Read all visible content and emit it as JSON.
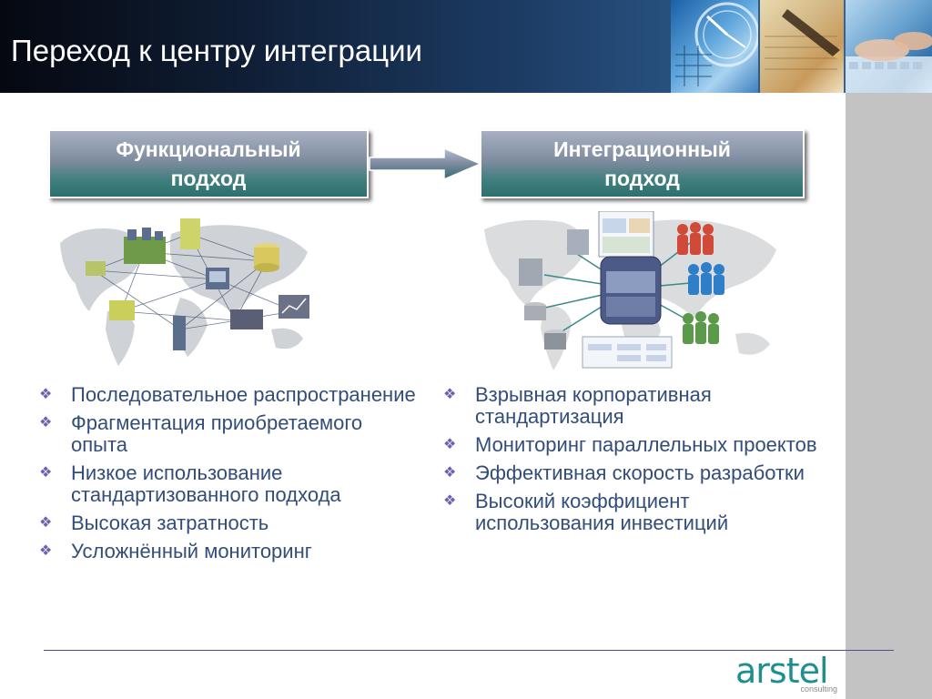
{
  "slide": {
    "title": "Переход к центру интеграции"
  },
  "left": {
    "heading": "Функциональный подход",
    "bullets": [
      "Последовательное распространение",
      "Фрагментация приобретаемого опыта",
      "Низкое использование стандартизованного подхода",
      "Высокая затратность",
      "Усложнённый мониторинг"
    ]
  },
  "right": {
    "heading": "Интеграционный подход",
    "bullets": [
      "Взрывная корпоративная стандартизация",
      "Мониторинг параллельных проектов",
      "Эффективная скорость разработки",
      "Высокий коэффициент использования инвестиций"
    ]
  },
  "logo": {
    "brand": "arstel",
    "sub": "consulting"
  },
  "icons": {
    "bullet": "diamond-bullet-icon"
  },
  "colors": {
    "bullet_text": "#334d7a",
    "box_top": "#a8b0c2",
    "box_bottom": "#2e706f",
    "logo": "#1f8e8e",
    "footer_line": "#4b4f8a"
  }
}
